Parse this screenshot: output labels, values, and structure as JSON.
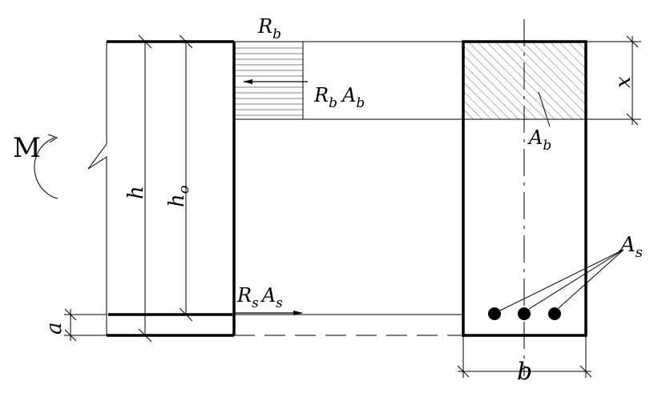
{
  "labels": {
    "moment": "M",
    "rb_top": {
      "main": "R",
      "sub": "b"
    },
    "rb_ab": {
      "r": "R",
      "r_sub": "b",
      "a": "A",
      "a_sub": "b"
    },
    "h": "h",
    "h0": {
      "main": "h",
      "sub": "o"
    },
    "a": "a",
    "rs_as": {
      "r": "R",
      "r_sub": "s",
      "a": "A",
      "a_sub": "s"
    },
    "x": "x",
    "ab": {
      "main": "A",
      "sub": "b"
    },
    "as": {
      "main": "A",
      "sub": "s"
    },
    "b": "b"
  },
  "colors": {
    "line": "#000000",
    "background": "#ffffff"
  },
  "icons": {
    "moment": "curved-arrow-icon",
    "force": "arrow-icon",
    "rebar": "filled-circle-icon"
  }
}
